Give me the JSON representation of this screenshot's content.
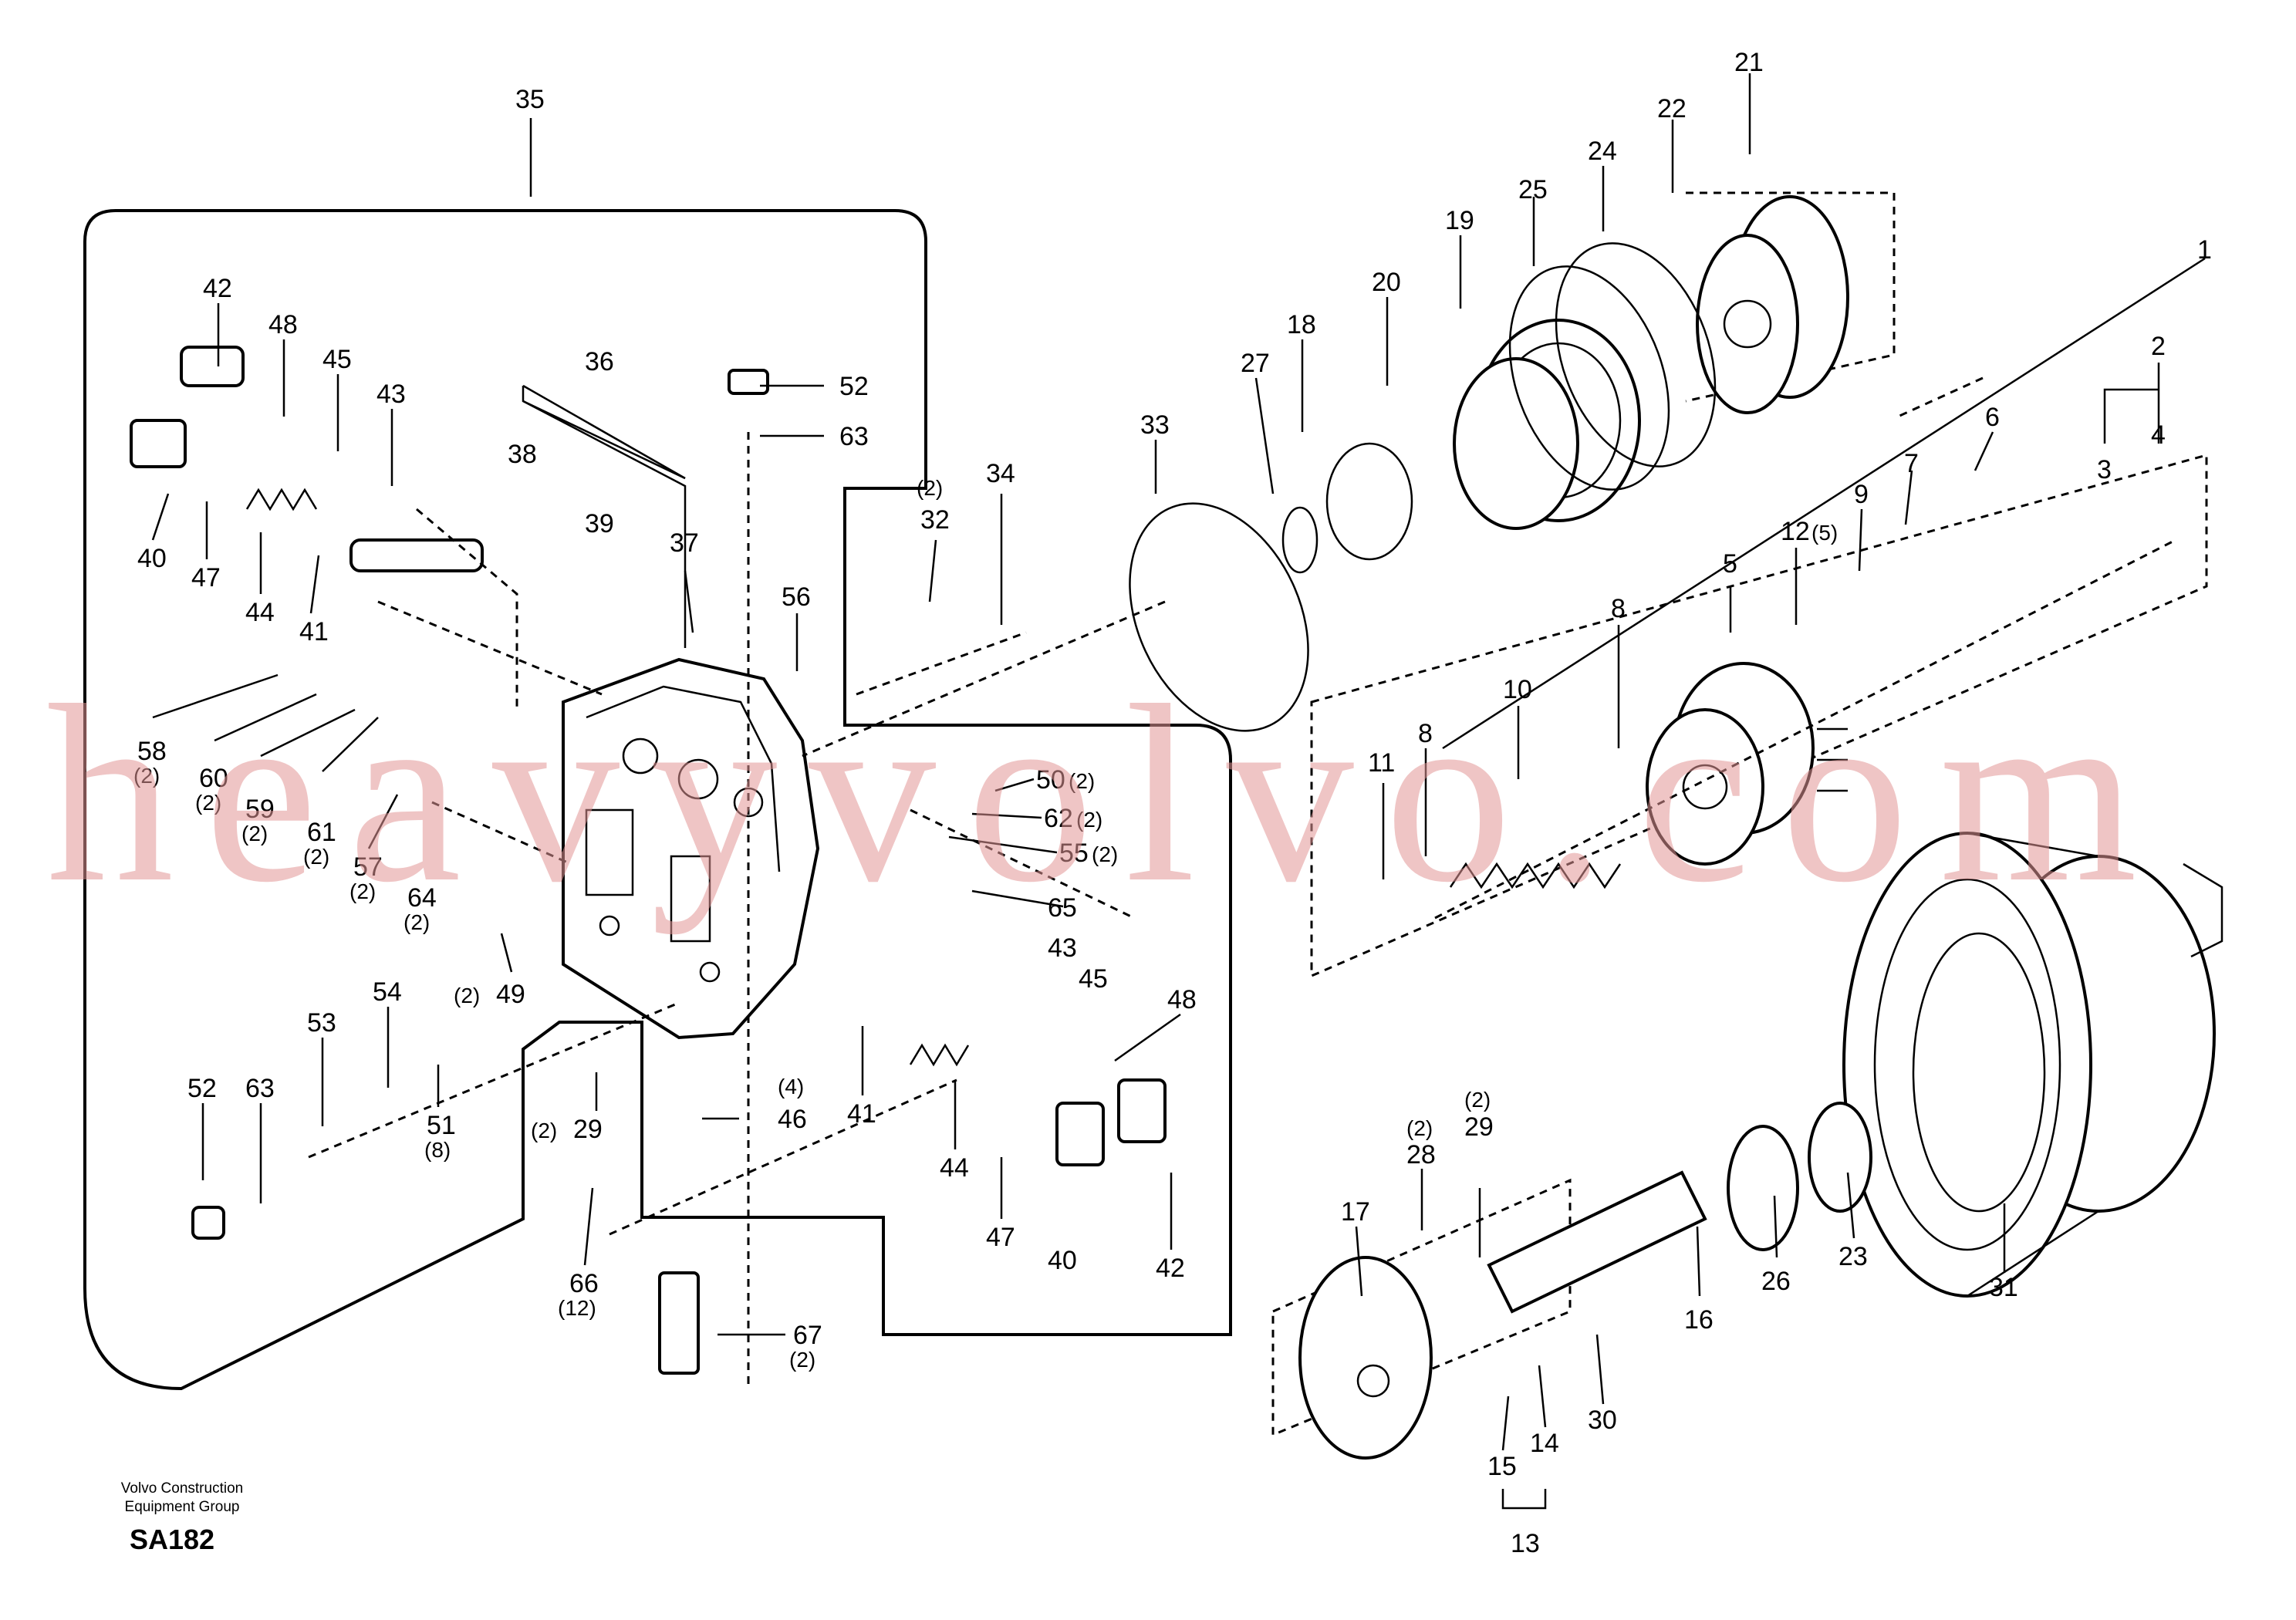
{
  "diagram": {
    "footer": {
      "company_line1": "Volvo Construction",
      "company_line2": "Equipment Group",
      "code": "SA182"
    },
    "watermark": "heavyvolvo.com",
    "callouts": [
      {
        "id": "c35",
        "num": "35",
        "qty": ""
      },
      {
        "id": "c42a",
        "num": "42",
        "qty": ""
      },
      {
        "id": "c48a",
        "num": "48",
        "qty": ""
      },
      {
        "id": "c45a",
        "num": "45",
        "qty": ""
      },
      {
        "id": "c43",
        "num": "43",
        "qty": ""
      },
      {
        "id": "c40a",
        "num": "40",
        "qty": ""
      },
      {
        "id": "c47a",
        "num": "47",
        "qty": ""
      },
      {
        "id": "c44a",
        "num": "44",
        "qty": ""
      },
      {
        "id": "c41a",
        "num": "41",
        "qty": ""
      },
      {
        "id": "c36",
        "num": "36",
        "qty": ""
      },
      {
        "id": "c38",
        "num": "38",
        "qty": ""
      },
      {
        "id": "c39",
        "num": "39",
        "qty": ""
      },
      {
        "id": "c37",
        "num": "37",
        "qty": ""
      },
      {
        "id": "c52a",
        "num": "52",
        "qty": ""
      },
      {
        "id": "c63a",
        "num": "63",
        "qty": ""
      },
      {
        "id": "c32",
        "num": "32",
        "qty": "(2)"
      },
      {
        "id": "c34",
        "num": "34",
        "qty": ""
      },
      {
        "id": "c56",
        "num": "56",
        "qty": ""
      },
      {
        "id": "c58",
        "num": "58",
        "qty": "(2)"
      },
      {
        "id": "c60",
        "num": "60",
        "qty": "(2)"
      },
      {
        "id": "c59",
        "num": "59",
        "qty": "(2)"
      },
      {
        "id": "c61",
        "num": "61",
        "qty": "(2)"
      },
      {
        "id": "c57",
        "num": "57",
        "qty": "(2)"
      },
      {
        "id": "c64",
        "num": "64",
        "qty": "(2)"
      },
      {
        "id": "c49",
        "num": "49",
        "qty": "(2)"
      },
      {
        "id": "c50",
        "num": "50",
        "qty": "(2)"
      },
      {
        "id": "c62",
        "num": "62",
        "qty": "(2)"
      },
      {
        "id": "c55",
        "num": "55",
        "qty": "(2)"
      },
      {
        "id": "c65",
        "num": "65",
        "qty": ""
      },
      {
        "id": "c43b",
        "num": "43",
        "qty": ""
      },
      {
        "id": "c45b",
        "num": "45",
        "qty": ""
      },
      {
        "id": "c48b",
        "num": "48",
        "qty": ""
      },
      {
        "id": "c41b",
        "num": "41",
        "qty": ""
      },
      {
        "id": "c44b",
        "num": "44",
        "qty": ""
      },
      {
        "id": "c47b",
        "num": "47",
        "qty": ""
      },
      {
        "id": "c40b",
        "num": "40",
        "qty": ""
      },
      {
        "id": "c42b",
        "num": "42",
        "qty": ""
      },
      {
        "id": "c52b",
        "num": "52",
        "qty": ""
      },
      {
        "id": "c63b",
        "num": "63",
        "qty": ""
      },
      {
        "id": "c53",
        "num": "53",
        "qty": ""
      },
      {
        "id": "c54",
        "num": "54",
        "qty": ""
      },
      {
        "id": "c51",
        "num": "51",
        "qty": "(8)"
      },
      {
        "id": "c29a",
        "num": "29",
        "qty": "(2)"
      },
      {
        "id": "c46",
        "num": "46",
        "qty": "(4)"
      },
      {
        "id": "c66",
        "num": "66",
        "qty": "(12)"
      },
      {
        "id": "c67",
        "num": "67",
        "qty": "(2)"
      },
      {
        "id": "c33",
        "num": "33",
        "qty": ""
      },
      {
        "id": "c27",
        "num": "27",
        "qty": ""
      },
      {
        "id": "c18",
        "num": "18",
        "qty": ""
      },
      {
        "id": "c20",
        "num": "20",
        "qty": ""
      },
      {
        "id": "c19",
        "num": "19",
        "qty": ""
      },
      {
        "id": "c25",
        "num": "25",
        "qty": ""
      },
      {
        "id": "c24",
        "num": "24",
        "qty": ""
      },
      {
        "id": "c22",
        "num": "22",
        "qty": ""
      },
      {
        "id": "c21",
        "num": "21",
        "qty": ""
      },
      {
        "id": "c1",
        "num": "1",
        "qty": ""
      },
      {
        "id": "c2",
        "num": "2",
        "qty": ""
      },
      {
        "id": "c3",
        "num": "3",
        "qty": ""
      },
      {
        "id": "c4",
        "num": "4",
        "qty": ""
      },
      {
        "id": "c6",
        "num": "6",
        "qty": ""
      },
      {
        "id": "c7",
        "num": "7",
        "qty": ""
      },
      {
        "id": "c9",
        "num": "9",
        "qty": ""
      },
      {
        "id": "c12",
        "num": "12",
        "qty": "(5)"
      },
      {
        "id": "c5",
        "num": "5",
        "qty": ""
      },
      {
        "id": "c8a",
        "num": "8",
        "qty": ""
      },
      {
        "id": "c10",
        "num": "10",
        "qty": ""
      },
      {
        "id": "c8b",
        "num": "8",
        "qty": ""
      },
      {
        "id": "c11",
        "num": "11",
        "qty": ""
      },
      {
        "id": "c17",
        "num": "17",
        "qty": ""
      },
      {
        "id": "c28",
        "num": "28",
        "qty": "(2)"
      },
      {
        "id": "c29b",
        "num": "29",
        "qty": "(2)"
      },
      {
        "id": "c16",
        "num": "16",
        "qty": ""
      },
      {
        "id": "c26",
        "num": "26",
        "qty": ""
      },
      {
        "id": "c23",
        "num": "23",
        "qty": ""
      },
      {
        "id": "c31",
        "num": "31",
        "qty": ""
      },
      {
        "id": "c30",
        "num": "30",
        "qty": ""
      },
      {
        "id": "c14",
        "num": "14",
        "qty": ""
      },
      {
        "id": "c15",
        "num": "15",
        "qty": ""
      },
      {
        "id": "c13",
        "num": "13",
        "qty": ""
      }
    ]
  }
}
